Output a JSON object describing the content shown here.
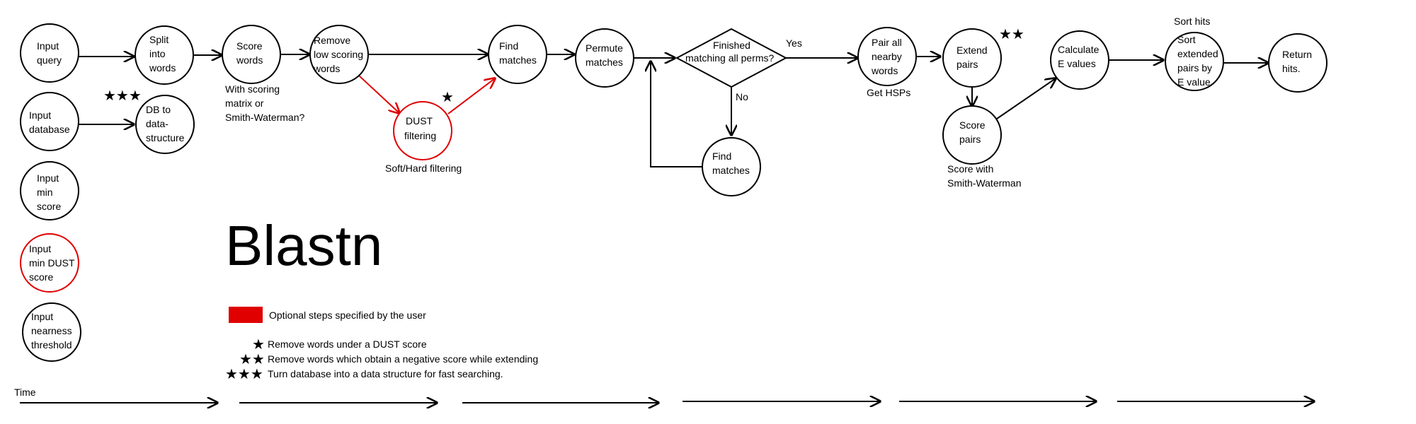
{
  "title": "Blastn",
  "time_label": "Time",
  "nodes": {
    "input_query": [
      "Input",
      "query"
    ],
    "input_database": [
      "Input",
      "database"
    ],
    "input_min_score": [
      "Input",
      "min",
      "score"
    ],
    "input_min_dust": [
      "Input",
      "min DUST",
      "score"
    ],
    "input_nearness": [
      "Input",
      "nearness",
      "threshold"
    ],
    "split_words": [
      "Split",
      "into",
      "words"
    ],
    "db_struct": [
      "DB to",
      "data-",
      "structure"
    ],
    "score_words": [
      "Score",
      "words"
    ],
    "remove_low": [
      "Remove",
      "low scoring",
      "words"
    ],
    "dust": [
      "DUST",
      "filtering"
    ],
    "find_matches_1": [
      "Find",
      "matches"
    ],
    "permute": [
      "Permute",
      "matches"
    ],
    "decision": [
      "Finished",
      "matching all perms?"
    ],
    "find_matches_2": [
      "Find",
      "matches"
    ],
    "pair_nearby": [
      "Pair all",
      "nearby",
      "words"
    ],
    "extend_pairs": [
      "Extend",
      "pairs"
    ],
    "score_pairs": [
      "Score",
      "pairs"
    ],
    "calc_e": [
      "Calculate",
      "E values"
    ],
    "sort_extended": [
      "Sort",
      "extended",
      "pairs by",
      "E value"
    ],
    "return_hits": [
      "Return",
      "hits."
    ]
  },
  "edge_labels": {
    "yes": "Yes",
    "no": "No"
  },
  "notes": {
    "score_words": [
      "With scoring",
      "matrix or",
      "Smith-Waterman?"
    ],
    "dust": "Soft/Hard filtering",
    "pair_nearby": "Get HSPs",
    "score_pairs": [
      "Score with",
      "Smith-Waterman"
    ],
    "sort_hits": "Sort hits"
  },
  "stars": {
    "one": "★",
    "two": "★★",
    "three": "★★★"
  },
  "legend": {
    "optional_color": "#e00000",
    "optional_text": "Optional steps specified by the user",
    "star1_text": "Remove words under a DUST score",
    "star2_text": "Remove words which obtain a negative score while extending",
    "star3_text": "Turn database into a data structure for fast searching."
  },
  "colors": {
    "optional": "#e00000",
    "star": "#1a3fd9",
    "line": "#000000"
  }
}
